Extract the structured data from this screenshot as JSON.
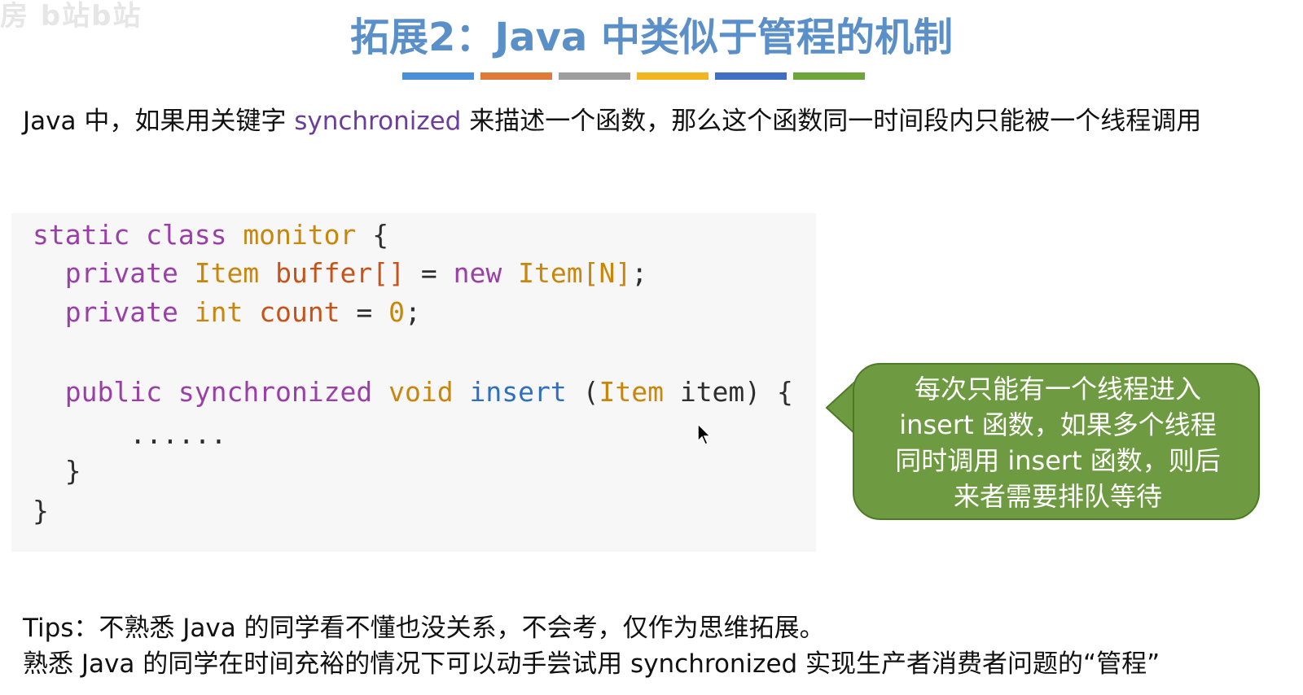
{
  "slide": {
    "watermark": "房 b站b站",
    "title": "拓展2：Java 中类似于管程的机制",
    "divider_colors": [
      "#4a90d9",
      "#e07a3a",
      "#9e9e9e",
      "#f2b51f",
      "#3f6fc1",
      "#6ea63c"
    ],
    "intro": {
      "before": "Java 中，如果用关键字 ",
      "keyword": "synchronized",
      "after": " 来描述一个函数，那么这个函数同一时间段内只能被一个线程调用"
    },
    "code": {
      "line1": {
        "t1": "static",
        "t2": " ",
        "t3": "class",
        "t4": " ",
        "t5": "monitor",
        "t6": " {"
      },
      "line2": {
        "indent": "  ",
        "t1": "private",
        "t2": " ",
        "t3": "Item",
        "t4": " ",
        "t5": "buffer[]",
        "t6": " = ",
        "t7": "new",
        "t8": " ",
        "t9": "Item[N]",
        "t10": ";"
      },
      "line3": {
        "indent": "  ",
        "t1": "private",
        "t2": " ",
        "t3": "int",
        "t4": " ",
        "t5": "count",
        "t6": " = ",
        "t7": "0",
        "t8": ";"
      },
      "line4": {
        "indent": "  ",
        "t1": "public",
        "t2": " ",
        "t3": "synchronized",
        "t4": " ",
        "t5": "void",
        "t6": " ",
        "t7": "insert",
        "t8": " (",
        "t9": "Item",
        "t10": " item) {"
      },
      "line5": "      ......",
      "line6": "  }",
      "line7": "}"
    },
    "callout": {
      "line1": "每次只能有一个线程进入",
      "line2": "insert 函数，如果多个线程",
      "line3": "同时调用 insert 函数，则后",
      "line4": "来者需要排队等待"
    },
    "tips": {
      "line1": "Tips：不熟悉 Java 的同学看不懂也没关系，不会考，仅作为思维拓展。",
      "line2": "熟悉 Java 的同学在时间充裕的情况下可以动手尝试用 synchronized 实现生产者消费者问题的“管程”"
    }
  }
}
